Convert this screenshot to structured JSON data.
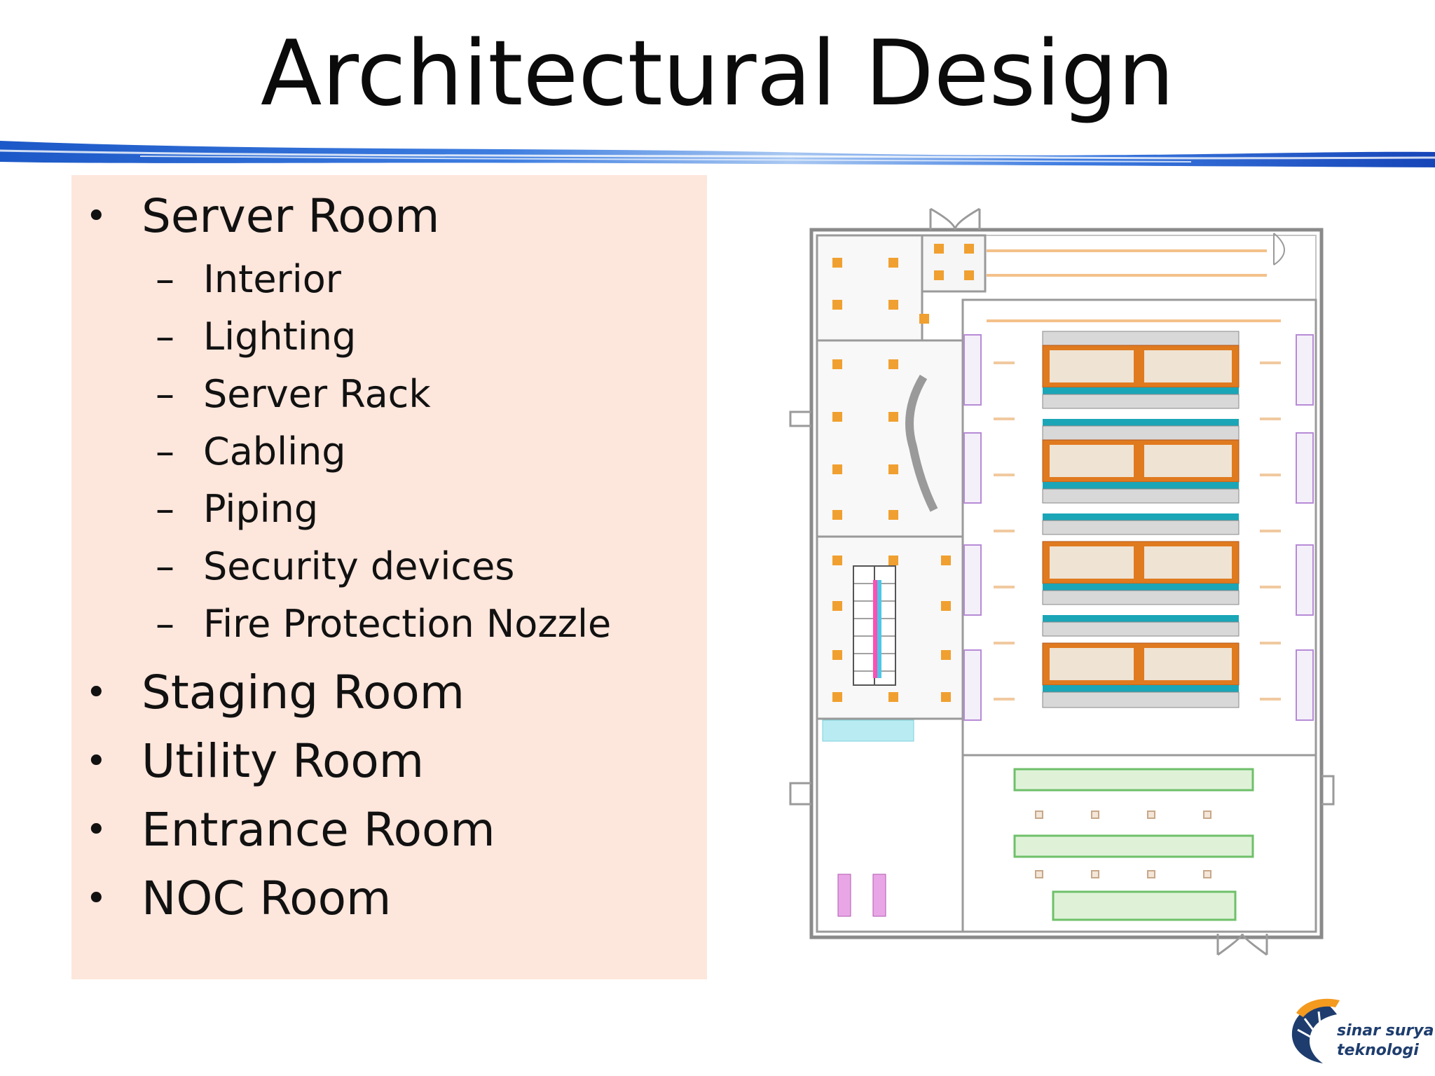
{
  "slide": {
    "title": "Architectural Design"
  },
  "bullets": [
    {
      "label": "Server Room",
      "children": [
        "Interior",
        "Lighting",
        "Server Rack",
        "Cabling",
        "Piping",
        "Security devices",
        "Fire Protection Nozzle"
      ]
    },
    {
      "label": "Staging Room"
    },
    {
      "label": "Utility Room"
    },
    {
      "label": "Entrance Room"
    },
    {
      "label": "NOC Room"
    }
  ],
  "logo": {
    "line1": "sinar surya",
    "line2": "teknologi"
  },
  "colors": {
    "panel": "#fde6dc",
    "band": "#1f5fd1",
    "rack_orange": "#e07a1f",
    "rack_teal": "#1aa6b7",
    "desk_green": "#6fc06a"
  }
}
